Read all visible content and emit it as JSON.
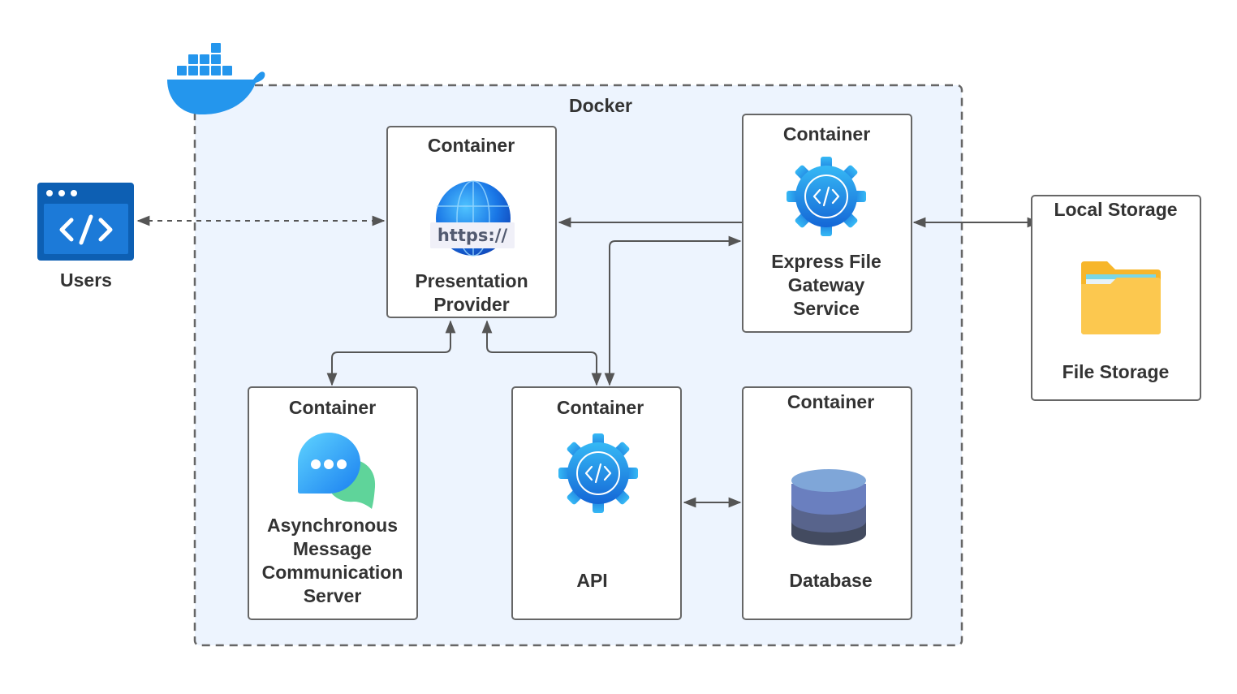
{
  "docker": {
    "label": "Docker"
  },
  "users": {
    "label": "Users"
  },
  "containers": {
    "presentation": {
      "header": "Container",
      "name": "Presentation Provider",
      "icon": "globe-https-icon",
      "icon_text": "https://"
    },
    "express": {
      "header": "Container",
      "name": "Express File Gateway Service",
      "icon": "gear-code-icon"
    },
    "messaging": {
      "header": "Container",
      "name": "Asynchronous Message Communication Server",
      "icon": "chat-bubbles-icon"
    },
    "api": {
      "header": "Container",
      "name": "API",
      "icon": "gear-code-icon"
    },
    "database": {
      "header": "Container",
      "name": "Database",
      "icon": "database-icon"
    }
  },
  "local_storage": {
    "header": "Local Storage",
    "name": "File Storage",
    "icon": "folder-icon"
  },
  "colors": {
    "docker_blue": "#2496ed",
    "docker_area": "#edf4fe",
    "border": "#666666",
    "text": "#333333",
    "folder": "#fcc84f"
  }
}
